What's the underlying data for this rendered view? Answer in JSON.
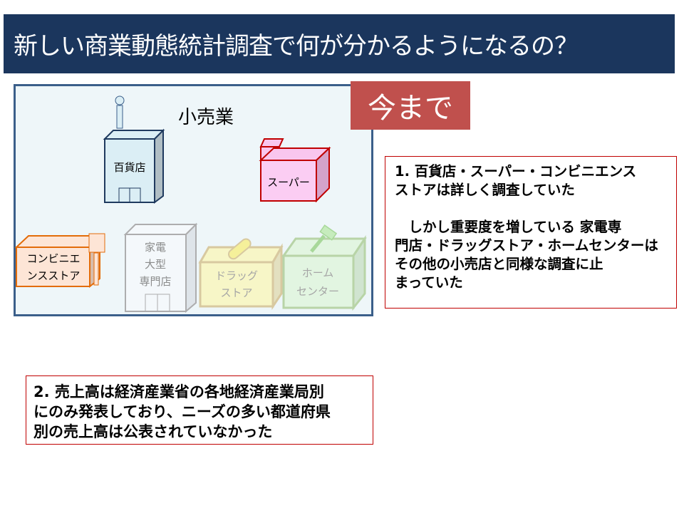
{
  "slide": {
    "title": "新しい商業動態統計調査で何が分かるようになるの？",
    "badge": "今まで",
    "panel_label": "小売業",
    "stores": [
      {
        "name": "百貨店"
      },
      {
        "name": "スーパー"
      },
      {
        "name_line1": "コンビニエ",
        "name_line2": "ンスストア"
      },
      {
        "name_line1": "家電",
        "name_line2": "大型",
        "name_line3": "専門店"
      },
      {
        "name_line1": "ドラッグ",
        "name_line2": "ストア"
      },
      {
        "name_line1": "ホーム",
        "name_line2": "センター"
      }
    ],
    "note1": {
      "line1": "1. 百貨店・スーパー・コンビニエンス",
      "line2": "ストアは詳しく調査していた",
      "line3": "　しかし重要度を増している 家電専",
      "line4": "門店・ドラッグストア・ホームセンターは",
      "line5": "その他の小売店と同様な調査に止",
      "line6": "まっていた"
    },
    "note2": {
      "line1": "2. 売上高は経済産業省の各地経済産業局別",
      "line2": "にのみ発表しており、ニーズの多い都道府県",
      "line3": "別の売上高は公表されていなかった"
    },
    "colors": {
      "title_bg": "#1b365d",
      "badge_bg": "#c0504d",
      "note_border": "#c00000",
      "panel_border": "#3b5f8a"
    }
  }
}
